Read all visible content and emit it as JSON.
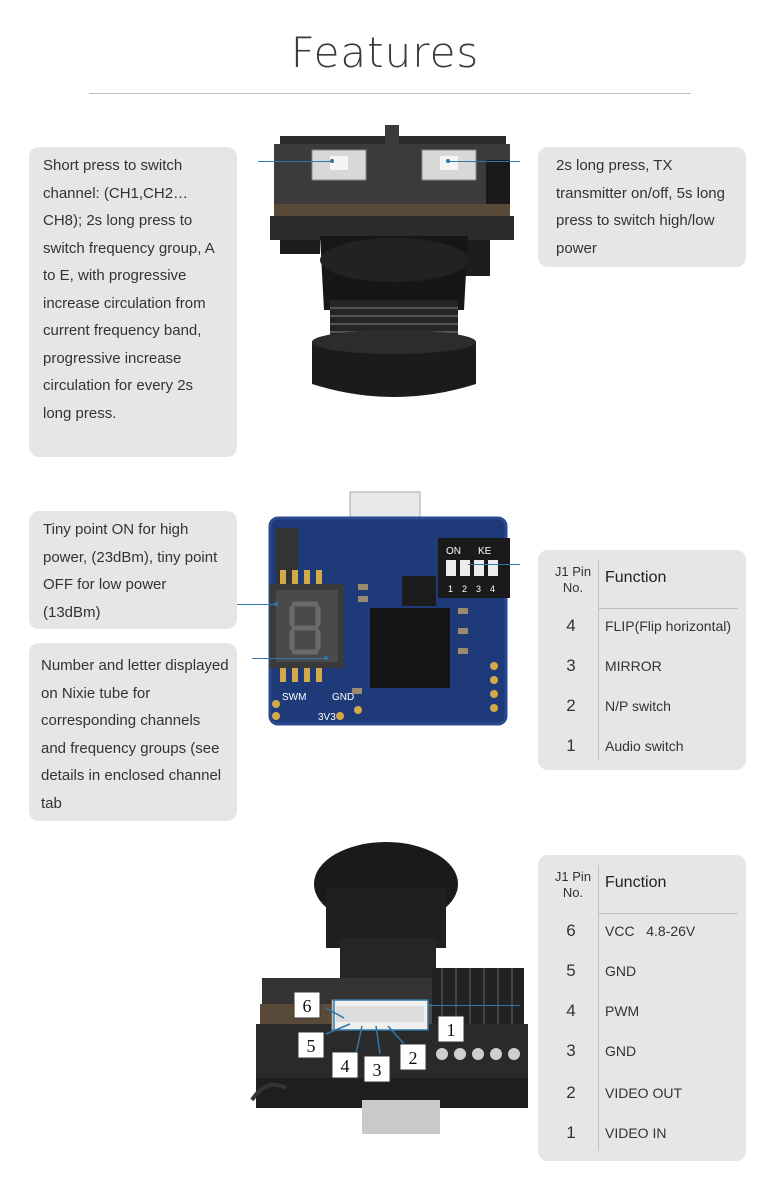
{
  "title": "Features",
  "section1": {
    "left_note": "Short press to switch channel: (CH1,CH2…CH8); 2s long press to switch frequency group, A to E, with progressive increase circulation from current frequency band, progressive increase circulation for every 2s long press.",
    "right_note": "2s long press, TX transmitter on/off, 5s long press to switch high/low power"
  },
  "section2": {
    "note_power": "Tiny point ON for high power, (23dBm), tiny point OFF for low power (13dBm)",
    "note_nixie": "Number and letter displayed on Nixie tube for corresponding channels and frequency groups (see details in enclosed channel tab",
    "silk_on": "ON",
    "silk_ke": "KE",
    "dip_numbers": [
      "1",
      "2",
      "3",
      "4"
    ],
    "silk_swm": "SWM",
    "silk_gnd": "GND",
    "silk_bottom": "3V3",
    "table": {
      "header_pin": "J1 Pin No.",
      "header_function": "Function",
      "rows": [
        {
          "pin": "4",
          "function": "FLIP(Flip horizontal)"
        },
        {
          "pin": "3",
          "function": "MIRROR"
        },
        {
          "pin": "2",
          "function": "N/P switch"
        },
        {
          "pin": "1",
          "function": "Audio switch"
        }
      ]
    }
  },
  "section3": {
    "connector_labels": [
      "6",
      "5",
      "4",
      "3",
      "2",
      "1"
    ],
    "table": {
      "header_pin": "J1 Pin No.",
      "header_function": "Function",
      "rows": [
        {
          "pin": "6",
          "function": "VCC   4.8-26V"
        },
        {
          "pin": "5",
          "function": "GND"
        },
        {
          "pin": "4",
          "function": "PWM"
        },
        {
          "pin": "3",
          "function": "GND"
        },
        {
          "pin": "2",
          "function": "VIDEO OUT"
        },
        {
          "pin": "1",
          "function": "VIDEO IN"
        }
      ]
    }
  },
  "colors": {
    "callout_bg": "#e6e6e6",
    "leader_line": "#2f77a6",
    "pcb_blue": "#1e3a78"
  }
}
